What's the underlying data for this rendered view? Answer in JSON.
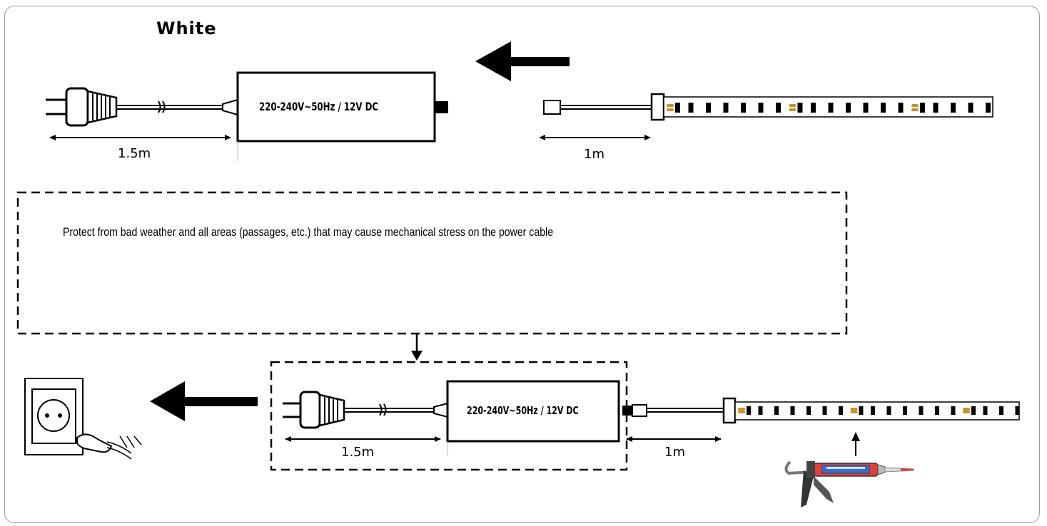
{
  "title": "White",
  "power_supply_top": {
    "label": "220-240V~50Hz / 12V DC"
  },
  "power_supply_bottom": {
    "label": "220-240V~50Hz / 12V DC"
  },
  "measurements": {
    "plug_cable_top": "1.5m",
    "strip_cable_top": "1m",
    "plug_cable_bottom": "1.5m",
    "strip_cable_bottom": "1m"
  },
  "note": "Protect from bad weather and all areas (passages, etc.) that may cause mechanical stress on the power cable",
  "colors": {
    "line": "#000000",
    "led_resistor": "#c8912c",
    "frame": "#9a9a9a",
    "gun_tube": "#e0403a",
    "gun_glass": "#3a6fc8"
  },
  "icons": [
    "plug-icon",
    "power-supply-box",
    "led-strip",
    "wall-socket-icon",
    "arrow-left-icon",
    "arrow-down-icon",
    "arrow-up-icon",
    "caulking-gun-icon"
  ]
}
